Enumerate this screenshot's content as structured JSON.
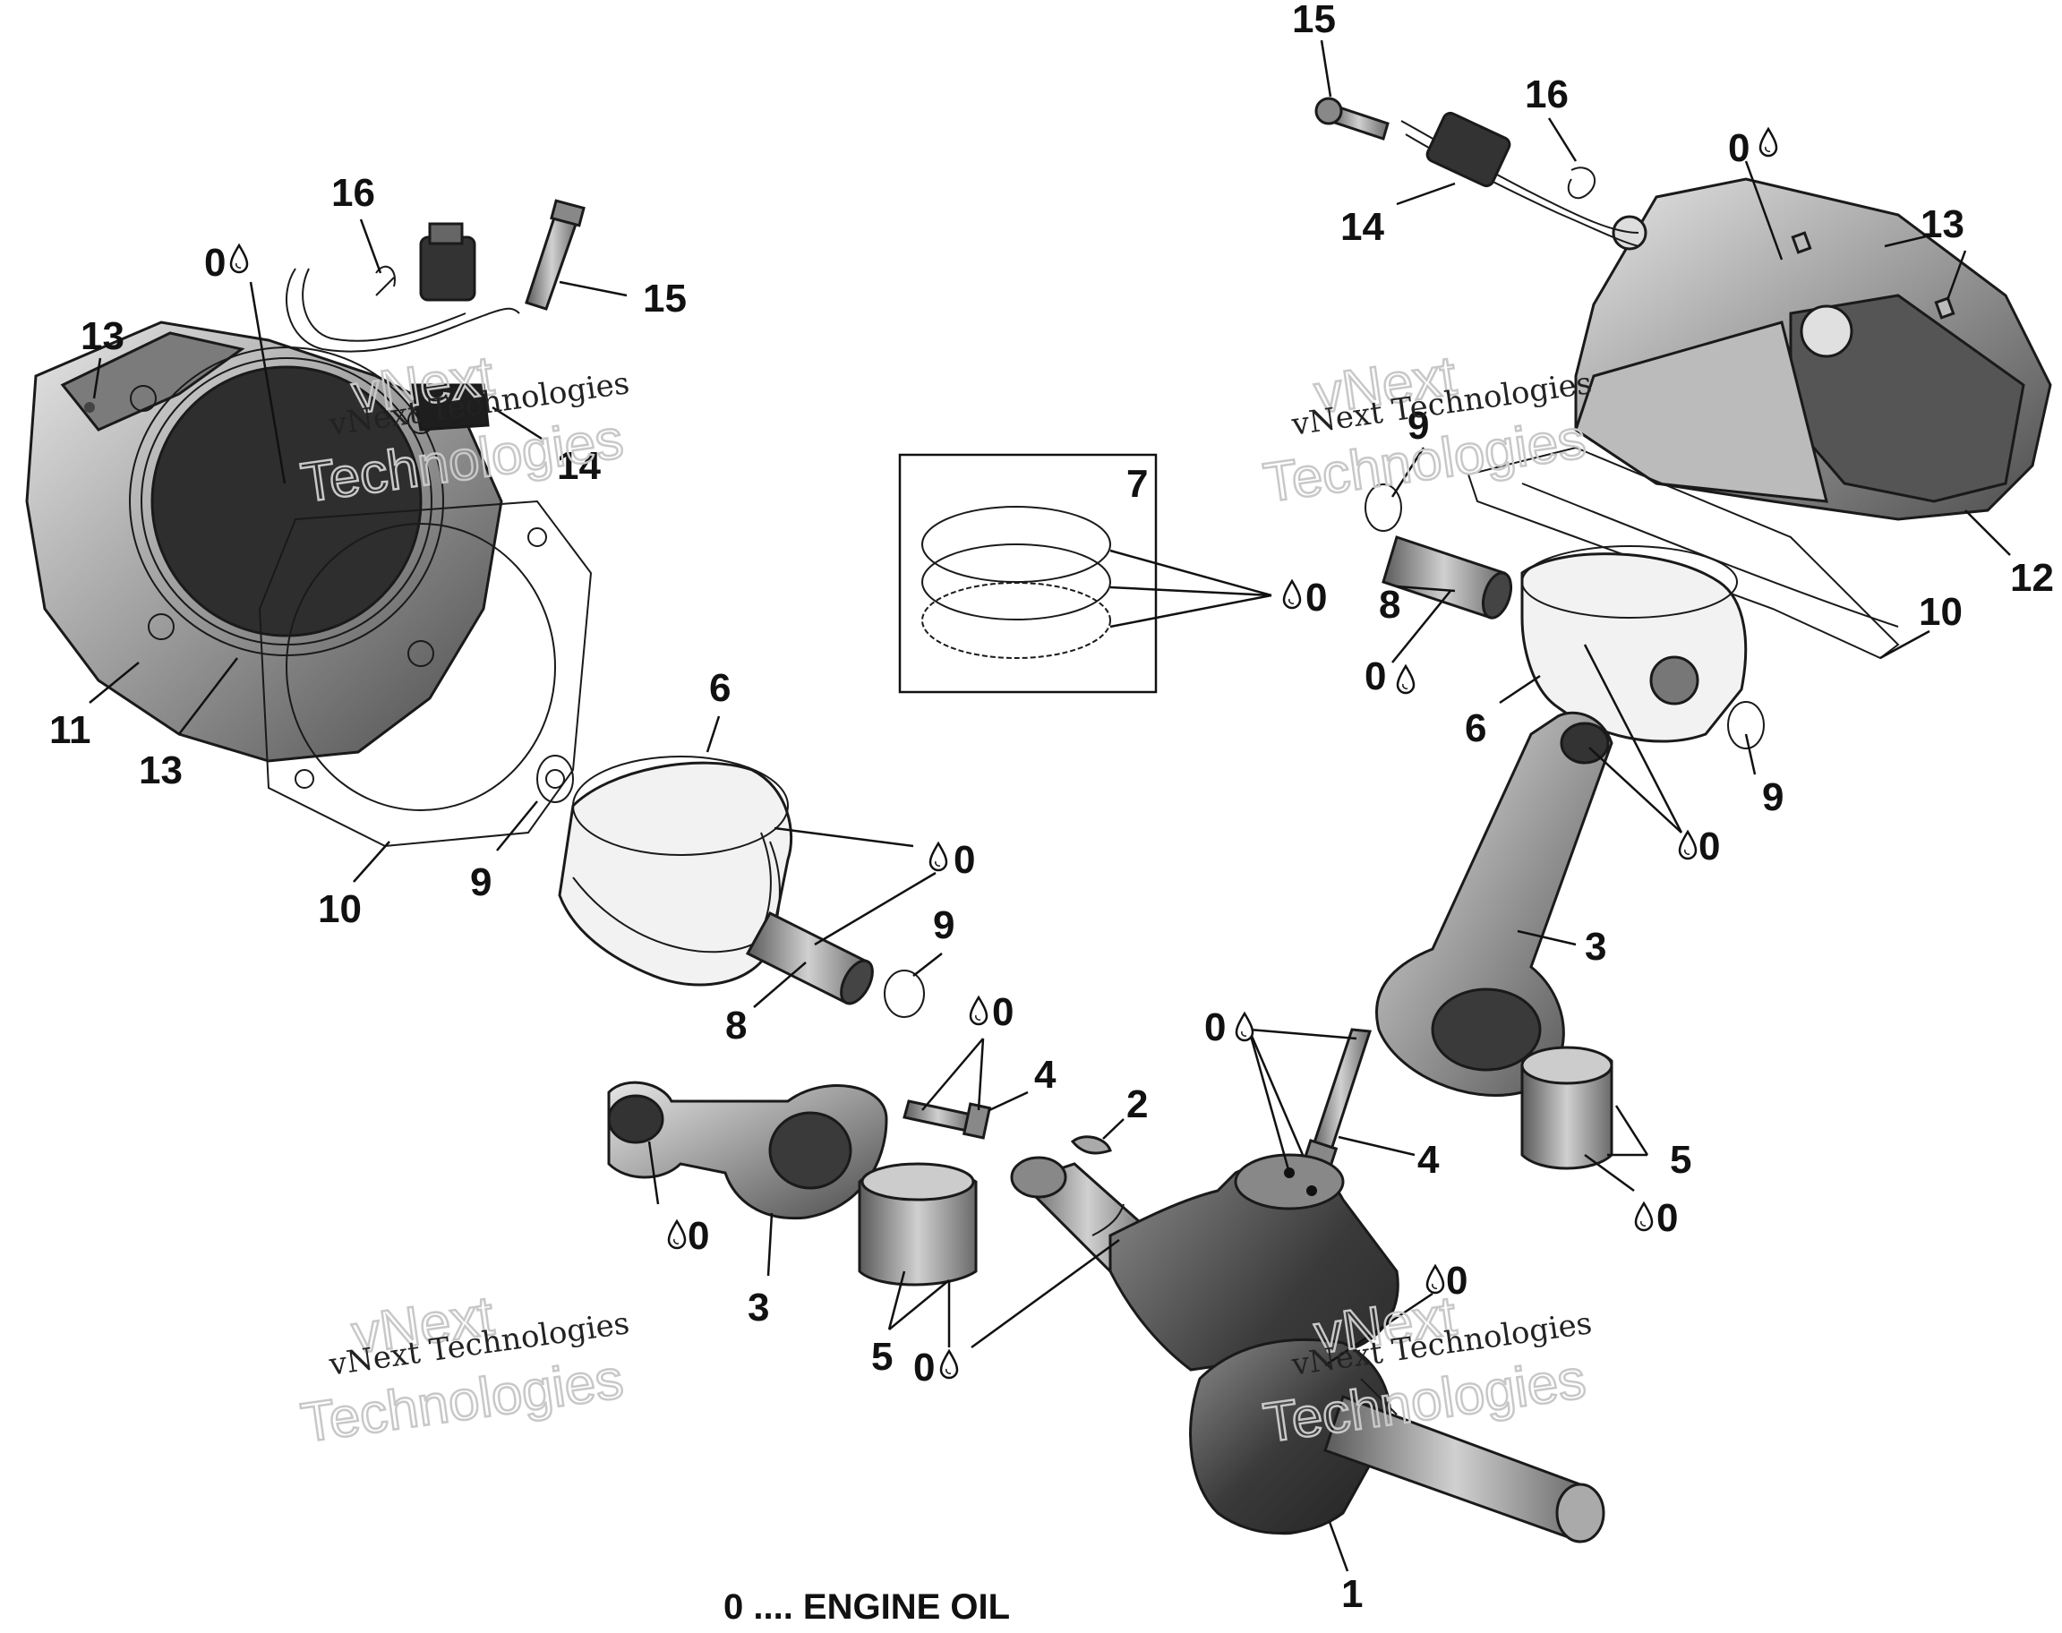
{
  "callouts": {
    "c15_top": "15",
    "c16_top": "16",
    "c0_top": "0",
    "c13_top": "13",
    "c14_top": "14",
    "c12": "12",
    "c10_right": "10",
    "c9_right_top": "9",
    "c8_right": "8",
    "c0_right8": "0",
    "c6_right": "6",
    "c9_right_bot": "9",
    "c0_right6": "0",
    "c3_right": "3",
    "c7": "7",
    "c0_rings": "0",
    "c16_left": "16",
    "c0_left": "0",
    "c15_left": "15",
    "c13_left_top": "13",
    "c14_left": "14",
    "c11": "11",
    "c13_left_bot": "13",
    "c10_left": "10",
    "c6_left": "6",
    "c9_left": "9",
    "c0_piston_left": "0",
    "c9_left_b": "9",
    "c8_left": "8",
    "c0_bolt_left": "0",
    "c4_left": "4",
    "c2": "2",
    "c0_bolt_right": "0",
    "c4_right": "4",
    "c5_right": "5",
    "c0_bearing_right": "0",
    "c0_rod_left": "0",
    "c3_left": "3",
    "c5_left": "5",
    "c0_bearing_left": "0",
    "c0_crank": "0",
    "c1": "1"
  },
  "legend": "0 .... ENGINE OIL",
  "watermark": {
    "line1": "vNext Technologies",
    "line2": "vNext",
    "line3": "Technologies"
  },
  "icons": [
    "oil-drop-icon"
  ],
  "colors": {
    "ink": "#111111",
    "part_fill": "#a9a9a9",
    "part_dark": "#5c5c5c"
  }
}
